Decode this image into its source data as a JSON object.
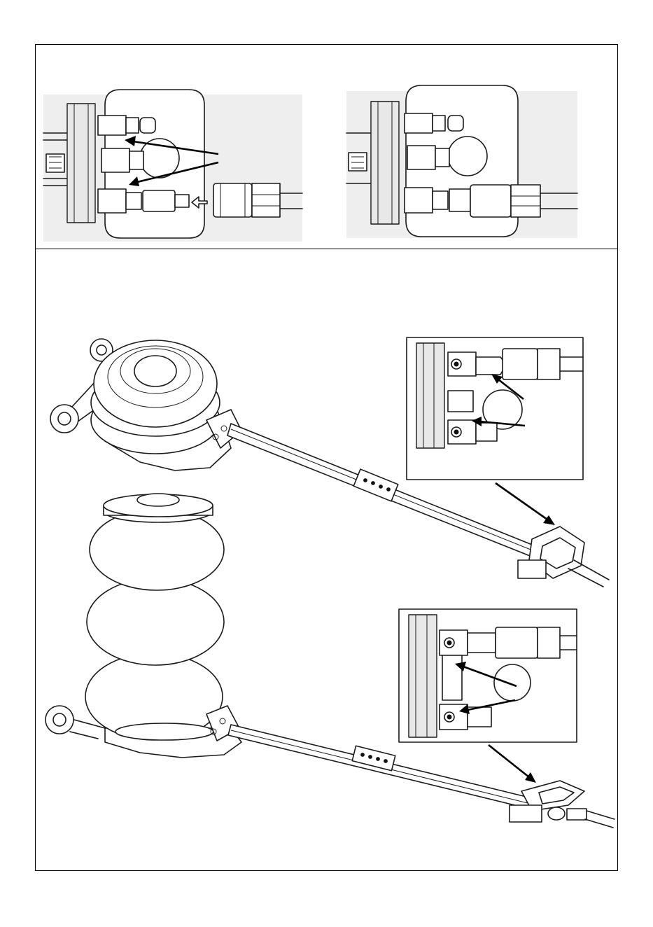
{
  "figure": {
    "top_panel": {
      "views": [
        {
          "name": "disconnected-coupling-view"
        },
        {
          "name": "connected-coupling-view"
        }
      ]
    },
    "bottom_panel": {
      "jacks": [
        {
          "name": "collapsed-air-jack",
          "state": "lowered"
        },
        {
          "name": "extended-air-jack",
          "state": "raised"
        }
      ],
      "detail_insets": [
        {
          "name": "valve-detail-upper"
        },
        {
          "name": "valve-detail-lower"
        }
      ]
    }
  },
  "colors": {
    "line": "#1a1a1a",
    "fill": "#ffffff",
    "shade": "#e8e8e8",
    "frame": "#000000"
  }
}
